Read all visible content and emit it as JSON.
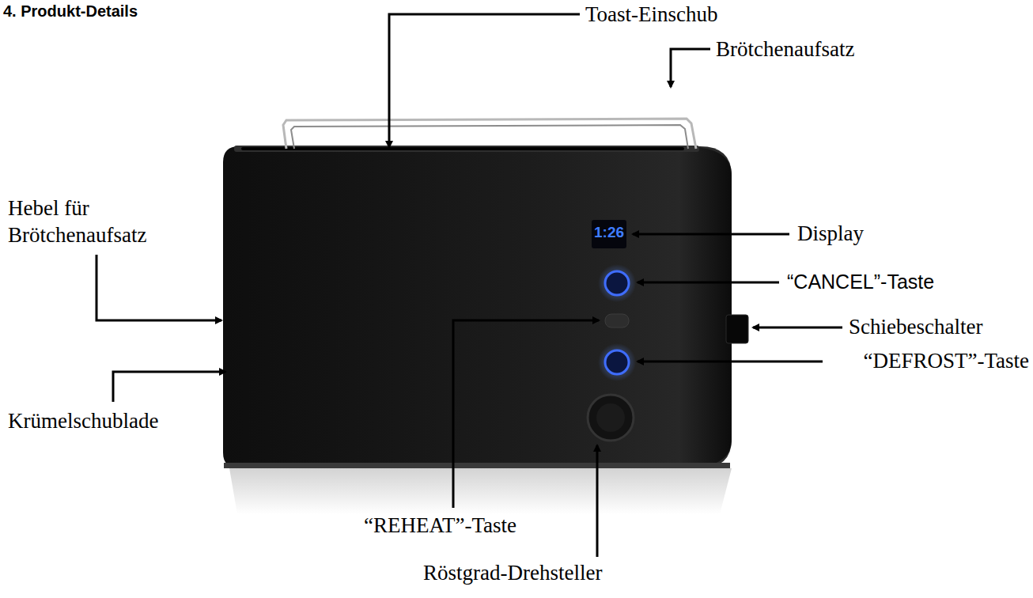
{
  "diagram": {
    "title": "4. Produkt-Details",
    "labels": [
      "Toast-Einschub",
      "Brötchenaufsatz",
      "Hebel für Brötchenaufsatz",
      "Display",
      "“CANCEL”-Taste",
      "Schiebeschalter",
      "“DEFROST”-Taste",
      "Krümelschublade",
      "“REHEAT”-Taste",
      "Röstgrad-Drehsteller",
      "1:26"
    ]
  }
}
